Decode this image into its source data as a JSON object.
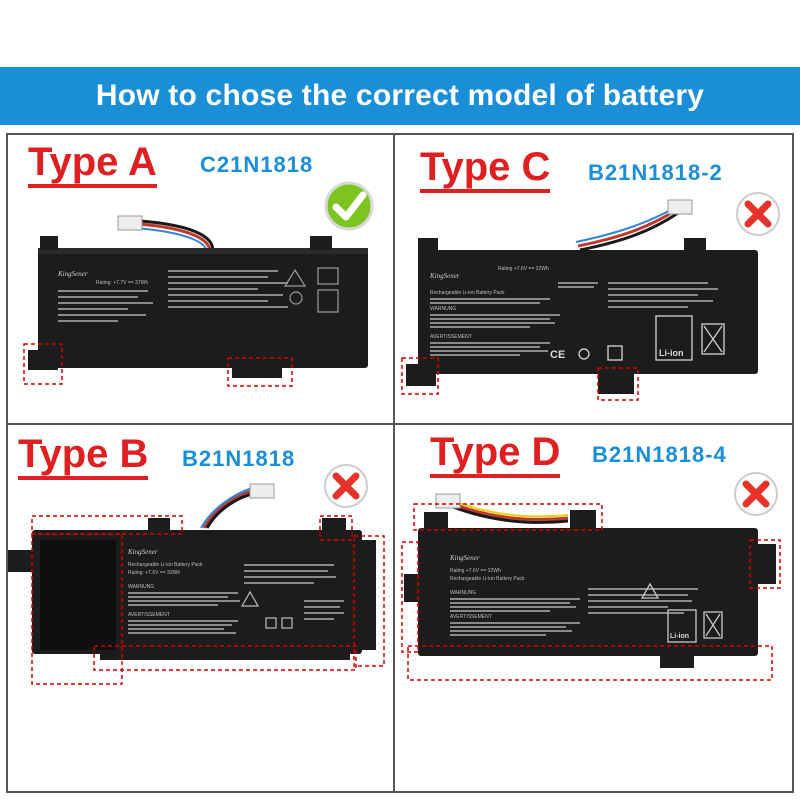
{
  "title": "How to chose the correct model of battery",
  "colors": {
    "banner": "#1a8fd8",
    "type_label": "#e02020",
    "model_code": "#1a8fd8",
    "check": "#7cc520",
    "cross": "#e8332a",
    "battery_body": "#1c1c1c",
    "highlight_box": "#d40000"
  },
  "panels": [
    {
      "type_label": "Type A",
      "model": "C21N1818",
      "status_icon": "check-icon",
      "brand": "KingSener",
      "label_lines": [
        "Rating: +7.7V == 37Wh"
      ]
    },
    {
      "type_label": "Type C",
      "model": "B21N1818-2",
      "status_icon": "cross-icon",
      "brand": "KingSener",
      "label_lines": [
        "Rating +7.6V == 32Wh",
        "Rechargeable Li-ion Battery Pack",
        "WARNUNG",
        "AVERTISSEMENT"
      ],
      "marks": [
        "CE",
        "Li-ion"
      ]
    },
    {
      "type_label": "Type B",
      "model": "B21N1818",
      "status_icon": "cross-icon",
      "brand": "KingSener",
      "label_lines": [
        "Rechargeable Li-ion Battery Pack",
        "Rating: +7.6V == 32Wh",
        "WARNUNG",
        "AVERTISSEMENT"
      ]
    },
    {
      "type_label": "Type D",
      "model": "B21N1818-4",
      "status_icon": "cross-icon",
      "brand": "KingSener",
      "label_lines": [
        "Rating +7.6V == 32Wh",
        "Rechargeable Li-ion Battery Pack",
        "WARNUNG",
        "AVERTISSEMENT"
      ],
      "marks": [
        "Li-ion"
      ]
    }
  ]
}
